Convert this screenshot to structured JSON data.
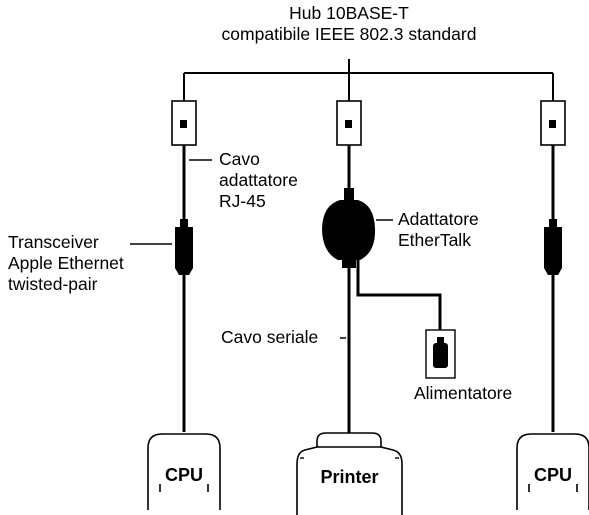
{
  "hub": {
    "line1": "Hub 10BASE-T",
    "line2": "compatibile IEEE 802.3 standard"
  },
  "labels": {
    "cable_adapter": [
      "Cavo",
      "adattatore",
      "RJ-45"
    ],
    "transceiver": [
      "Transceiver",
      "Apple Ethernet",
      "twisted-pair"
    ],
    "ethertalk": [
      "Adattatore",
      "EtherTalk"
    ],
    "serial_cable": "Cavo seriale",
    "power_supply": "Alimentatore"
  },
  "devices": {
    "left": "CPU",
    "center": "Printer",
    "right": "CPU"
  }
}
